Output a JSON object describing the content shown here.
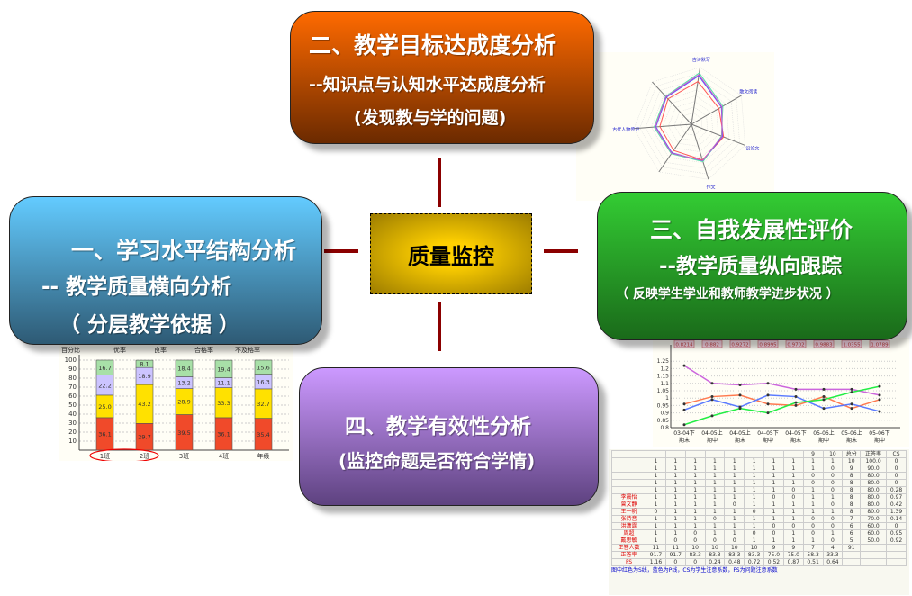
{
  "center": {
    "label": "质量监控"
  },
  "box1": {
    "title": "一、学习水平结构分析",
    "sub": "-- 教学质量横向分析",
    "note": "（ 分层教学依据 ）",
    "color": "#4fb5e8"
  },
  "box2": {
    "title": "二、教学目标达成度分析",
    "sub": "--知识点与认知水平达成度分析",
    "note": "(发现教与学的问题)",
    "color": "#e85c00"
  },
  "box3": {
    "title": "三、自我发展性评价",
    "sub": "--教学质量纵向跟踪",
    "note": "（ 反映学生学业和教师教学进步状况 ）",
    "color": "#2db82d"
  },
  "box4": {
    "title": "四、教学有效性分析",
    "note": "(监控命题是否符合学情)",
    "color": "#a77fd6"
  },
  "chart_data": [
    {
      "type": "bar",
      "stacked": true,
      "ylabel": "百分比",
      "ylim": [
        0,
        100
      ],
      "yticks": [
        10,
        20,
        30,
        40,
        50,
        60,
        70,
        80,
        90,
        100
      ],
      "header_labels": [
        "优率",
        "良率",
        "合格率",
        "不及格率"
      ],
      "categories": [
        "1班",
        "2班",
        "3班",
        "4班",
        "年级"
      ],
      "series": [
        {
          "name": "不及格率",
          "color": "#f04a2a",
          "values": [
            36.1,
            29.7,
            39.5,
            36.1,
            35.4
          ]
        },
        {
          "name": "合格率",
          "color": "#ffe100",
          "values": [
            25.0,
            43.2,
            28.9,
            33.3,
            32.7
          ]
        },
        {
          "name": "良率",
          "color": "#ccc4ff",
          "values": [
            22.2,
            18.9,
            13.2,
            11.1,
            16.3
          ]
        },
        {
          "name": "优率",
          "color": "#a8e0a8",
          "values": [
            16.7,
            8.1,
            18.4,
            19.4,
            15.6
          ]
        }
      ]
    },
    {
      "type": "line",
      "ylim": [
        0.8,
        1.3
      ],
      "yticks": [
        "0.8",
        "0.85",
        "0.9",
        "0.95",
        "1",
        "1.05",
        "1.1",
        "1.15",
        "1.2",
        "1.25"
      ],
      "categories": [
        [
          "03-04下",
          "期末"
        ],
        [
          "04-05上",
          "期中"
        ],
        [
          "04-05上",
          "期末"
        ],
        [
          "04-05下",
          "期中"
        ],
        [
          "04-05下",
          "期末"
        ],
        [
          "05-06上",
          "期中"
        ],
        [
          "05-06上",
          "期末"
        ],
        [
          "05-06下",
          "期中"
        ]
      ],
      "value_labels": [
        "0.8214",
        "0.882",
        "0.9272",
        "0.8995",
        "0.9702",
        "0.9883",
        "1.0355",
        "1.0789"
      ],
      "series": [
        {
          "color": "#cc66dd",
          "values": [
            1.22,
            1.1,
            1.09,
            1.1,
            1.06,
            1.06,
            1.06,
            1.02
          ]
        },
        {
          "color": "#ff7a50",
          "values": [
            0.96,
            1.01,
            1.02,
            0.96,
            0.95,
            1.01,
            0.93,
            0.99
          ]
        },
        {
          "color": "#5a7aff",
          "values": [
            0.92,
            0.99,
            0.94,
            1.02,
            1.01,
            0.93,
            0.96,
            0.91
          ]
        },
        {
          "color": "#22ee44",
          "values": [
            0.82,
            0.88,
            0.93,
            0.9,
            0.97,
            0.99,
            1.04,
            1.08
          ]
        }
      ]
    },
    {
      "type": "radar",
      "axes": [
        "古诗默写",
        "散文阅读",
        "议论文",
        "作文",
        "",
        "古代人物传记",
        ""
      ],
      "range": [
        0,
        1
      ],
      "series": [
        {
          "color": "#ff5555",
          "values": [
            0.75,
            0.55,
            0.6,
            0.65,
            0.55,
            0.55,
            0.6
          ]
        },
        {
          "color": "#5555ff",
          "values": [
            0.85,
            0.6,
            0.58,
            0.67,
            0.6,
            0.62,
            0.64
          ]
        },
        {
          "color": "#55ddaa",
          "values": [
            0.9,
            0.63,
            0.56,
            0.68,
            0.62,
            0.65,
            0.66
          ]
        },
        {
          "color": "#cc55cc",
          "values": [
            0.87,
            0.61,
            0.57,
            0.66,
            0.61,
            0.63,
            0.65
          ]
        }
      ]
    }
  ],
  "table": {
    "header_cols": [
      "9",
      "10",
      "总分",
      "正答率",
      "CS"
    ],
    "rows": [
      {
        "name": "",
        "cells": [
          "1",
          "1",
          "1",
          "1",
          "1",
          "1",
          "1",
          "1",
          "1",
          "1"
        ],
        "total": "10",
        "rate": "100.0",
        "cs": "0"
      },
      {
        "name": "",
        "cells": [
          "1",
          "1",
          "1",
          "1",
          "1",
          "1",
          "1",
          "1",
          "1",
          "0"
        ],
        "total": "9",
        "rate": "90.0",
        "cs": "0"
      },
      {
        "name": "",
        "cells": [
          "1",
          "1",
          "1",
          "1",
          "1",
          "1",
          "1",
          "1",
          "0",
          "0"
        ],
        "total": "8",
        "rate": "80.0",
        "cs": "0"
      },
      {
        "name": "",
        "cells": [
          "1",
          "1",
          "1",
          "1",
          "1",
          "1",
          "1",
          "1",
          "0",
          "0"
        ],
        "total": "8",
        "rate": "80.0",
        "cs": "0"
      },
      {
        "name": "",
        "cells": [
          "1",
          "1",
          "1",
          "1",
          "1",
          "1",
          "1",
          "0",
          "1",
          "0"
        ],
        "total": "8",
        "rate": "80.0",
        "cs": "0.28"
      },
      {
        "name": "李晨怡",
        "cells": [
          "1",
          "1",
          "1",
          "1",
          "1",
          "1",
          "0",
          "0",
          "1",
          "1"
        ],
        "total": "8",
        "rate": "80.0",
        "cs": "0.97"
      },
      {
        "name": "曾文静",
        "cells": [
          "1",
          "1",
          "1",
          "1",
          "0",
          "1",
          "1",
          "1",
          "1",
          "0"
        ],
        "total": "8",
        "rate": "80.0",
        "cs": "0.42"
      },
      {
        "name": "王一帆",
        "cells": [
          "0",
          "1",
          "1",
          "1",
          "1",
          "0",
          "1",
          "1",
          "1",
          "1"
        ],
        "total": "8",
        "rate": "80.0",
        "cs": "1.39"
      },
      {
        "name": "张诗音",
        "cells": [
          "1",
          "1",
          "1",
          "0",
          "1",
          "1",
          "1",
          "1",
          "0",
          "0"
        ],
        "total": "7",
        "rate": "70.0",
        "cs": "0.14"
      },
      {
        "name": "洪潇霆",
        "cells": [
          "1",
          "1",
          "1",
          "1",
          "1",
          "1",
          "0",
          "0",
          "0",
          "0"
        ],
        "total": "6",
        "rate": "60.0",
        "cs": "0"
      },
      {
        "name": "周超",
        "cells": [
          "1",
          "1",
          "0",
          "1",
          "1",
          "0",
          "0",
          "1",
          "0",
          "1"
        ],
        "total": "6",
        "rate": "60.0",
        "cs": "0.95"
      },
      {
        "name": "戴思敏",
        "cells": [
          "1",
          "0",
          "0",
          "0",
          "0",
          "1",
          "1",
          "1",
          "1",
          "0"
        ],
        "total": "5",
        "rate": "50.0",
        "cs": "0.92"
      }
    ],
    "count_label": "正答人数",
    "counts": [
      "11",
      "11",
      "10",
      "10",
      "10",
      "10",
      "9",
      "9",
      "7",
      "4",
      "91"
    ],
    "rate_label": "正答率",
    "rates": [
      "91.7",
      "91.7",
      "83.3",
      "83.3",
      "83.3",
      "83.3",
      "75.0",
      "75.0",
      "58.3",
      "33.3"
    ],
    "fs_label": "FS",
    "fs": [
      "1.16",
      "0",
      "0",
      "0.24",
      "0.48",
      "0.72",
      "0.52",
      "0.87",
      "0.51",
      "0.64"
    ],
    "footnote": "图中红色为S线，蓝色为P线，CS为学生注意系数，FS为问题注意系数"
  }
}
